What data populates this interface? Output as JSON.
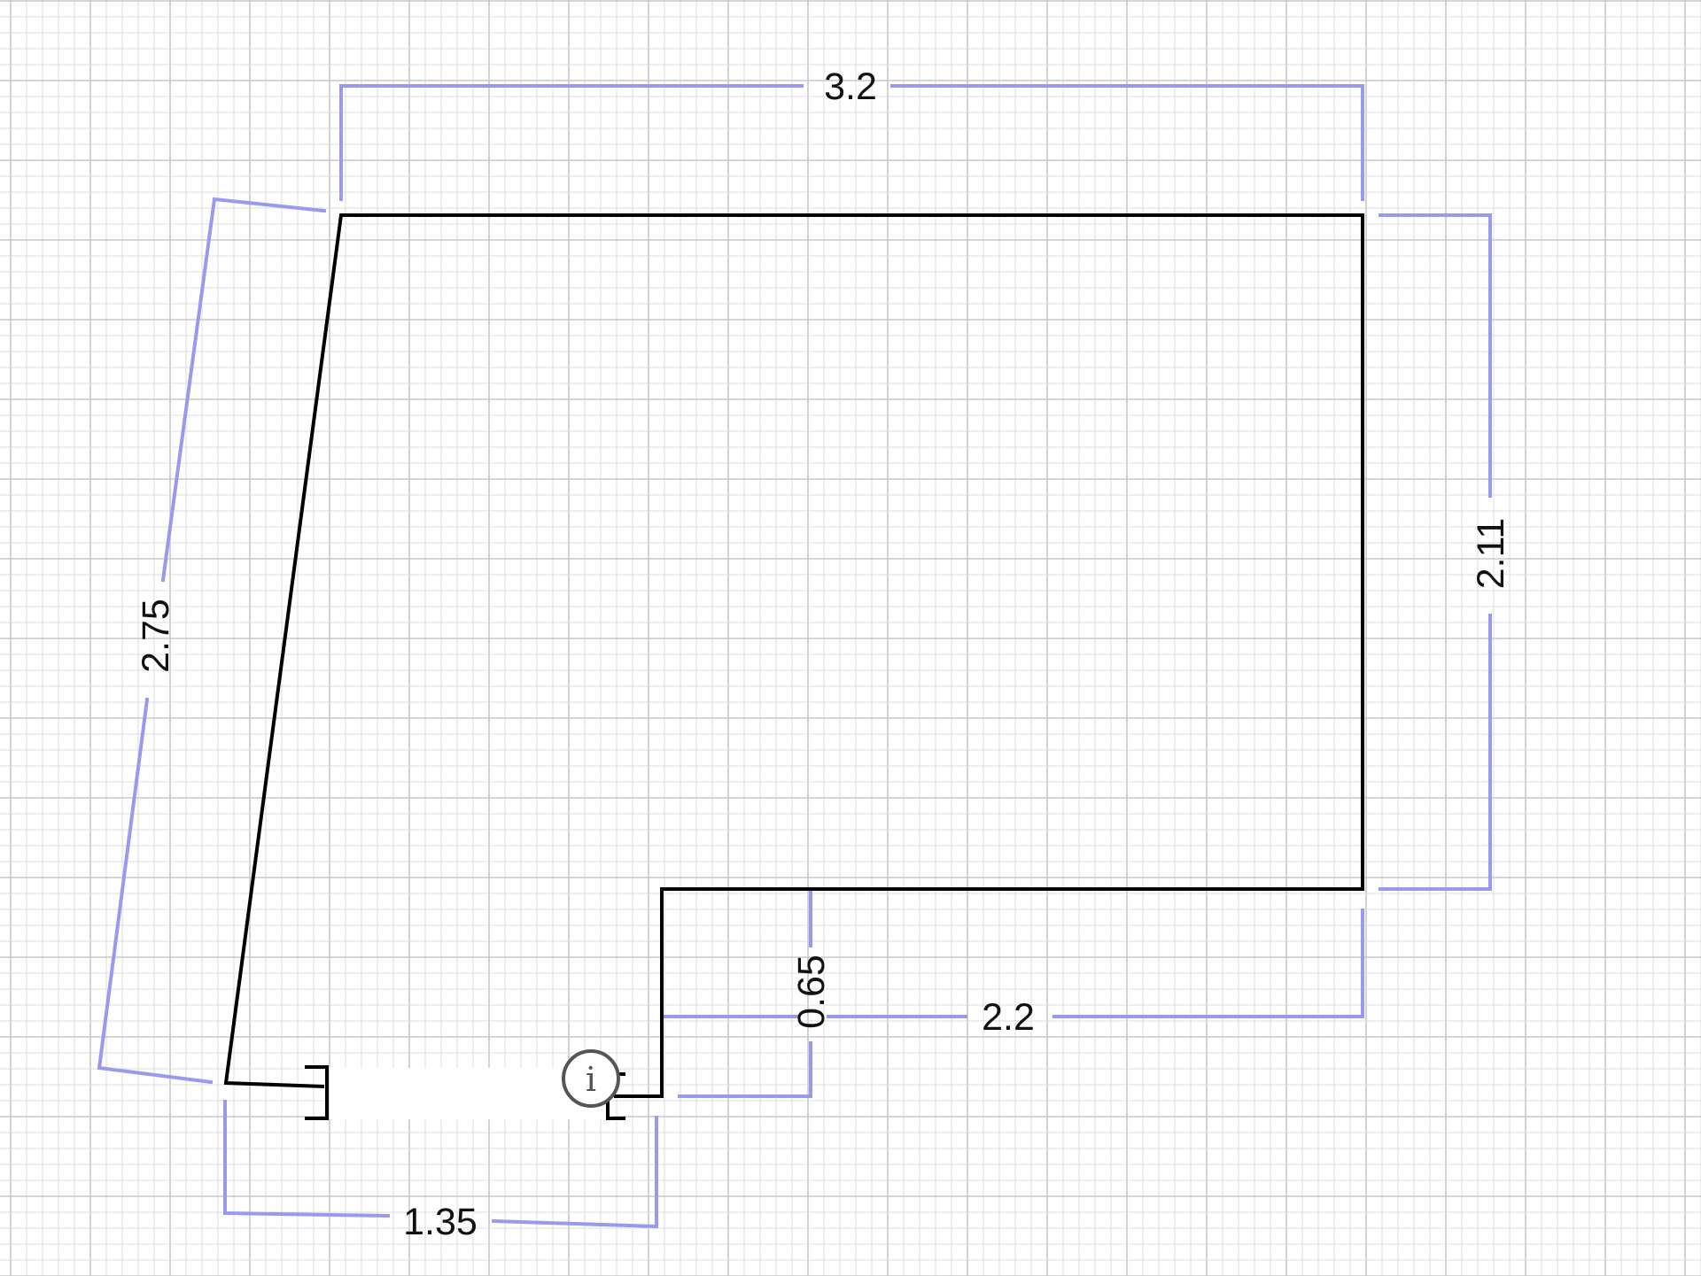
{
  "colors": {
    "background": "#ffffff",
    "grid_minor": "#dedede",
    "grid_major": "#c8c8c8",
    "wall": "#000000",
    "dimension": "#9999ee",
    "info_icon": "#555555"
  },
  "dimensions": {
    "top_width": "3.2",
    "right_height": "2.11",
    "left_diagonal": "2.75",
    "step_height": "0.65",
    "lower_width": "2.2",
    "bottom_width": "1.35"
  },
  "icons": {
    "info": "info-icon",
    "info_glyph": "i"
  }
}
